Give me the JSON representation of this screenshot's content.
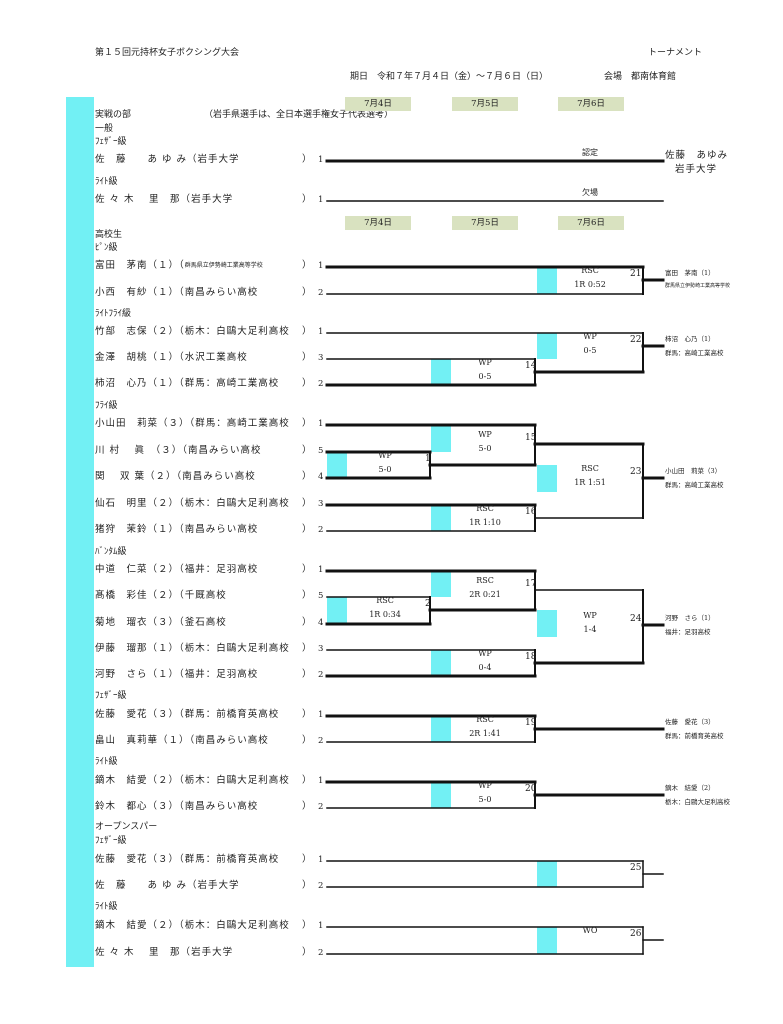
{
  "header": {
    "title": "第１５回元持杯女子ボクシング大会",
    "doc_type": "トーナメント",
    "period": "期日　令和７年７月４日（金）～７月６日（日）",
    "venue": "会場　都南体育館"
  },
  "note": "（岩手県選手は、全日本選手権女子代表選考）",
  "dates": [
    "7月4日",
    "7月5日",
    "7月6日"
  ],
  "labels": [
    "実戦の部",
    "一般",
    "ﾌｪｻﾞｰ級",
    "ﾗｲﾄ級",
    "高校生",
    "ﾋﾟﾝ級",
    "ﾗｲﾄﾌﾗｲ級",
    "ﾌﾗｲ級",
    "ﾊﾞﾝﾀﾑ級",
    "ﾌｪｻﾞｰ級",
    "ﾗｲﾄ級",
    "オープンスパー",
    "ﾌｪｻﾞｰ級",
    "ﾗｲﾄ級"
  ],
  "entries": [
    {
      "name": "佐　藤　　あ ゆ み",
      "school": "岩手大学",
      "seed": "1"
    },
    {
      "name": "佐 々 木　 里　那",
      "school": "岩手大学",
      "seed": "1"
    },
    {
      "name": "富田　茅南（１）",
      "school": "群馬県立伊勢崎工業高等学校",
      "seed": "1"
    },
    {
      "name": "小西　有紗（１）",
      "school": "南昌みらい高校",
      "seed": "2"
    },
    {
      "name": "竹部　志保（２）",
      "school": "栃木：白鷗大足利高校",
      "seed": "1"
    },
    {
      "name": "金澤　胡桃（１）",
      "school": "水沢工業高校",
      "seed": "3"
    },
    {
      "name": "柿沼　心乃（１）",
      "school": "群馬：高崎工業高校",
      "seed": "2"
    },
    {
      "name": "小山田　莉菜（３）",
      "school": "群馬：高崎工業高校",
      "seed": "1"
    },
    {
      "name": "川 村　 眞　（３）",
      "school": "南昌みらい高校",
      "seed": "5"
    },
    {
      "name": "関　 双 葉（２）",
      "school": "南昌みらい高校",
      "seed": "4"
    },
    {
      "name": "仙石　明里（２）",
      "school": "栃木：白鷗大足利高校",
      "seed": "3"
    },
    {
      "name": "猪狩　茉鈴（１）",
      "school": "南昌みらい高校",
      "seed": "2"
    },
    {
      "name": "中道　仁菜（２）",
      "school": "福井：足羽高校",
      "seed": "1"
    },
    {
      "name": "髙橋　彩佳（２）",
      "school": "千厩高校",
      "seed": "5"
    },
    {
      "name": "菊地　瑠衣（３）",
      "school": "釜石高校",
      "seed": "4"
    },
    {
      "name": "伊藤　瑠那（１）",
      "school": "栃木：白鷗大足利高校",
      "seed": "3"
    },
    {
      "name": "河野　さら（１）",
      "school": "福井：足羽高校",
      "seed": "2"
    },
    {
      "name": "佐藤　愛花（３）",
      "school": "群馬：前橋育英高校",
      "seed": "1"
    },
    {
      "name": "畠山　真莉華（１）",
      "school": "南昌みらい高校",
      "seed": "2"
    },
    {
      "name": "鏑木　結愛（２）",
      "school": "栃木：白鷗大足利高校",
      "seed": "1"
    },
    {
      "name": "鈴木　都心（３）",
      "school": "南昌みらい高校",
      "seed": "2"
    },
    {
      "name": "佐藤　愛花（３）",
      "school": "群馬：前橋育英高校",
      "seed": "1"
    },
    {
      "name": "佐　藤　　あ ゆ み",
      "school": "岩手大学",
      "seed": "2"
    },
    {
      "name": "鏑木　結愛（２）",
      "school": "栃木：白鷗大足利高校",
      "seed": "1"
    },
    {
      "name": "佐 々 木　 里　那",
      "school": "岩手大学",
      "seed": "2"
    }
  ],
  "general_results": [
    "認定",
    "欠場"
  ],
  "matches": [
    {
      "no": "21",
      "result": [
        "RSC",
        "1R 0:52"
      ]
    },
    {
      "no": "14",
      "result": [
        "WP",
        "0-5"
      ]
    },
    {
      "no": "22",
      "result": [
        "WP",
        "0-5"
      ]
    },
    {
      "no": "1",
      "result": [
        "WP",
        "5-0"
      ]
    },
    {
      "no": "15",
      "result": [
        "WP",
        "5-0"
      ]
    },
    {
      "no": "16",
      "result": [
        "RSC",
        "1R 1:10"
      ]
    },
    {
      "no": "23",
      "result": [
        "RSC",
        "1R 1:51"
      ]
    },
    {
      "no": "2",
      "result": [
        "RSC",
        "1R 0:34"
      ]
    },
    {
      "no": "17",
      "result": [
        "RSC",
        "2R 0:21"
      ]
    },
    {
      "no": "18",
      "result": [
        "WP",
        "0-4"
      ]
    },
    {
      "no": "24",
      "result": [
        "WP",
        "1-4"
      ]
    },
    {
      "no": "19",
      "result": [
        "RSC",
        "2R 1:41"
      ]
    },
    {
      "no": "20",
      "result": [
        "WP",
        "5-0"
      ]
    },
    {
      "no": "25",
      "result": []
    },
    {
      "no": "26",
      "result": [
        "WO"
      ]
    }
  ],
  "winners": [
    {
      "name": "佐藤　あゆみ",
      "school": "岩手大学"
    },
    {
      "name": "富田　茅南（1）",
      "school": "群馬県立伊勢崎工業高等学校"
    },
    {
      "name": "柿沼　心乃（1）",
      "school": "群馬：高崎工業高校"
    },
    {
      "name": "小山田　莉菜（3）",
      "school": "群馬：高崎工業高校"
    },
    {
      "name": "河野　さら（1）",
      "school": "福井：足羽高校"
    },
    {
      "name": "佐藤　愛花（3）",
      "school": "群馬：前橋育英高校"
    },
    {
      "name": "鏑木　結愛（2）",
      "school": "栃木：白鷗大足利高校"
    }
  ],
  "colors": {
    "highlight": "#72f0f4",
    "date_bg": "#d9e2c0"
  }
}
